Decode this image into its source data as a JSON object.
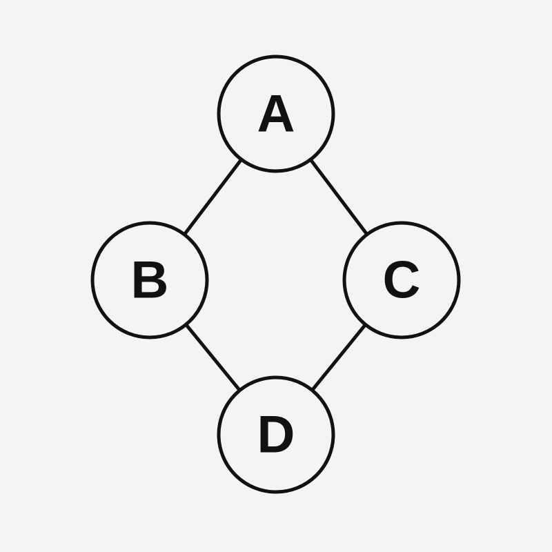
{
  "colors": {
    "background": "#f5f4f2",
    "stroke": "#111111",
    "text": "#111111"
  },
  "nodes": [
    {
      "id": "A",
      "label": "A"
    },
    {
      "id": "B",
      "label": "B"
    },
    {
      "id": "C",
      "label": "C"
    },
    {
      "id": "D",
      "label": "D"
    }
  ],
  "edges": [
    {
      "from": "A",
      "to": "B"
    },
    {
      "from": "A",
      "to": "C"
    },
    {
      "from": "B",
      "to": "D"
    },
    {
      "from": "C",
      "to": "D"
    }
  ]
}
